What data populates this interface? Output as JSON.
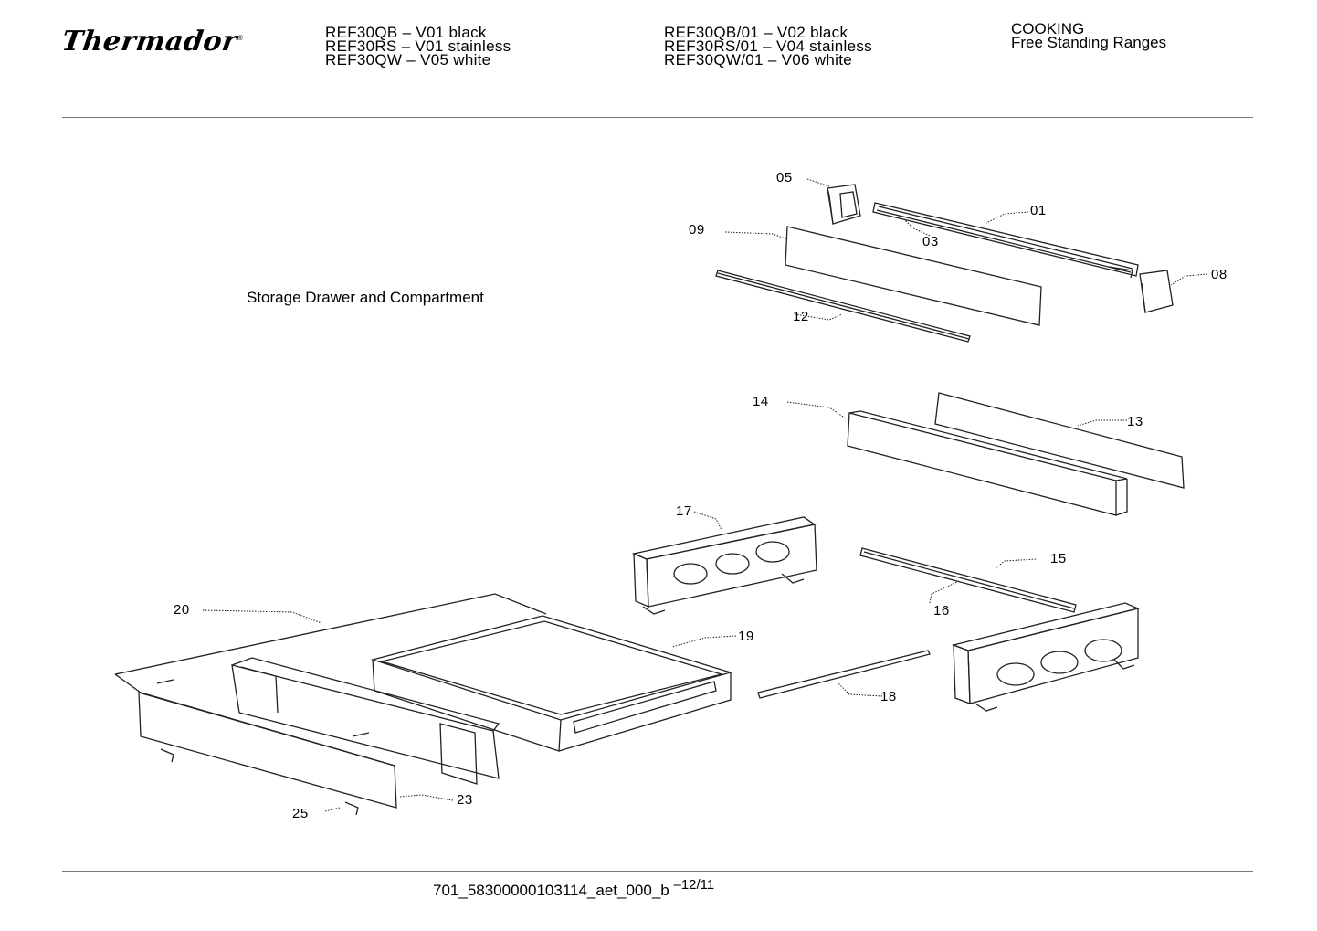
{
  "header": {
    "brand": "Thermador",
    "trademark": "®",
    "models_col1": [
      "REF30QB – V01 black",
      "REF30RS – V01 stainless",
      "REF30QW – V05 white"
    ],
    "models_col2": [
      "REF30QB/01 – V02 black",
      "REF30RS/01 – V04 stainless",
      "REF30QW/01 – V06 white"
    ],
    "category": [
      "COOKING",
      "Free Standing Ranges"
    ]
  },
  "diagram": {
    "title": "Storage Drawer and Compartment",
    "callouts": [
      "05",
      "01",
      "09",
      "03",
      "08",
      "12",
      "14",
      "13",
      "17",
      "15",
      "16",
      "20",
      "19",
      "18",
      "23",
      "25"
    ]
  },
  "footer": {
    "doc_id": "701_58300000103114_aet_000_b",
    "date": "–12/11"
  }
}
